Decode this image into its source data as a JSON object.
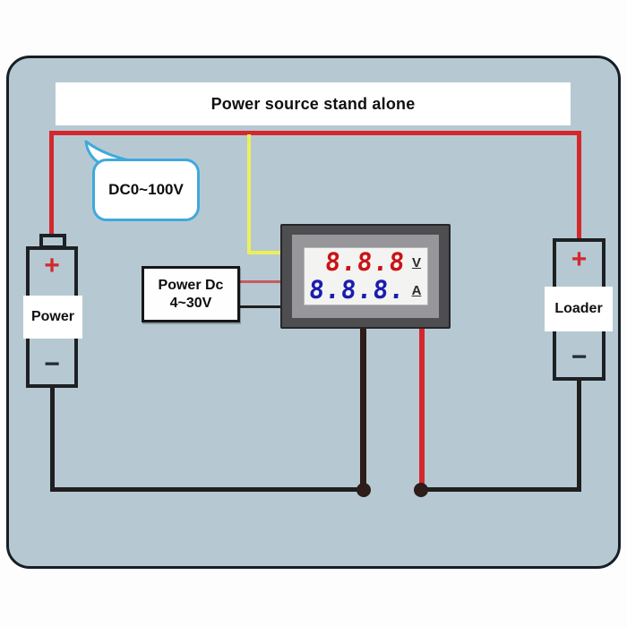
{
  "title": "Power source stand alone",
  "bubble": {
    "label": "DC0~100V"
  },
  "power_supply_box": {
    "line1": "Power Dc",
    "line2": "4~30V"
  },
  "meter": {
    "volt_reading": "8.8.8",
    "volt_unit": "V",
    "amp_reading": "8.8.8.",
    "amp_unit": "A"
  },
  "battery_left": {
    "label": "Power",
    "plus": "+",
    "minus": "−"
  },
  "battery_right": {
    "label": "Loader",
    "plus": "+",
    "minus": "−"
  },
  "colors": {
    "panel_bg": "#b6c9d3",
    "wire_red": "#d4282d",
    "wire_yellow": "#edef58",
    "wire_black": "#1f1f1f",
    "wire_brown": "#2e1d18",
    "stub_red": "#c65a5f",
    "bubble_border": "#3fa9dc",
    "batt_border": "#1d2124",
    "meter_outer": "#4e4e50",
    "meter_mid": "#97979b",
    "meter_screen": "#f3f3f1",
    "digit_red": "#cb1217",
    "digit_blue": "#1b1caf"
  }
}
